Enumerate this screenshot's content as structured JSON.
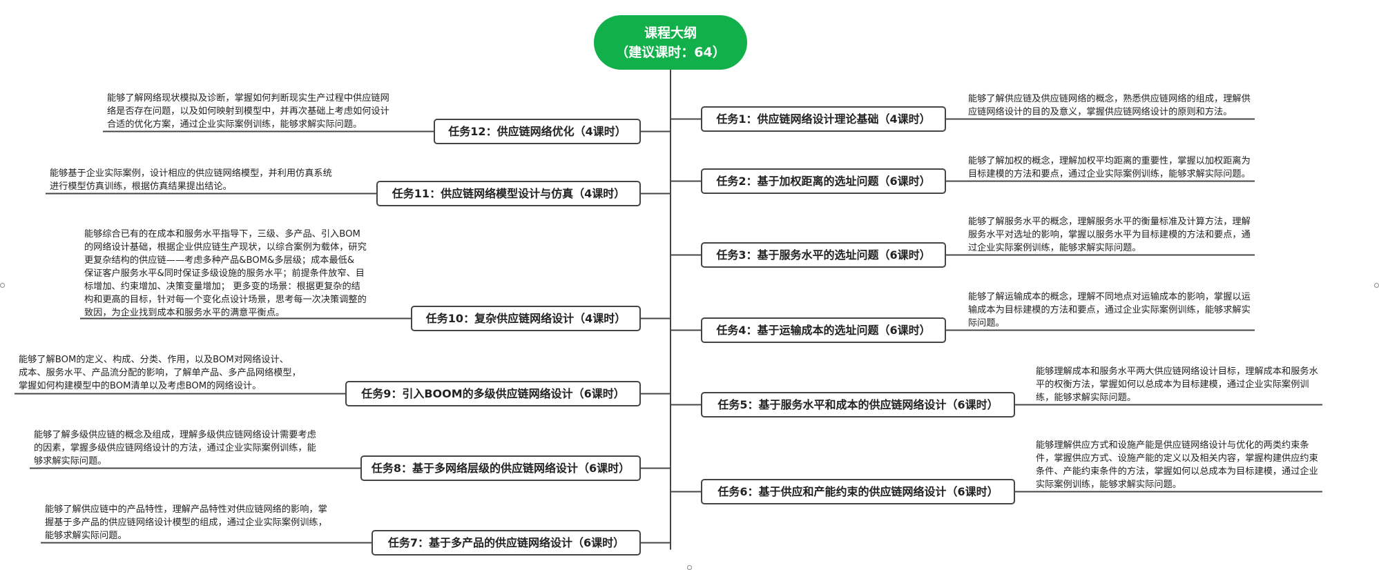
{
  "root": {
    "title": "课程大纲",
    "subtitle": "（建议课时：64）",
    "color": "#12b04b"
  },
  "right_branches": [
    {
      "task": "任务1：供应链网络设计理论基础（4课时）",
      "desc": [
        "能够了解供应链及供应链网络的概念，熟悉供应链网络的组成，理解供",
        "应链网络设计的目的及意义，掌握供应链网络设计的原则和方法。"
      ]
    },
    {
      "task": "任务2：基于加权距离的选址问题（6课时）",
      "desc": [
        "能够了解加权的概念，理解加权平均距离的重要性，掌握以加权距离为",
        "目标建模的方法和要点，通过企业实际案例训练，能够求解实际问题。"
      ]
    },
    {
      "task": "任务3：基于服务水平的选址问题（6课时）",
      "desc": [
        "能够了解服务水平的概念，理解服务水平的衡量标准及计算方法，理解",
        "服务水平对选址的影响，掌握以服务水平为目标建模的方法和要点，通",
        "过企业实际案例训练，能够求解实际问题。"
      ]
    },
    {
      "task": "任务4：基于运输成本的选址问题（6课时）",
      "desc": [
        "能够了解运输成本的概念，理解不同地点对运输成本的影响，掌握以运",
        "输成本为目标建模的方法和要点，通过企业实际案例训练，能够求解实",
        "际问题。"
      ]
    },
    {
      "task": "任务5：基于服务水平和成本的供应链网络设计（6课时）",
      "desc": [
        "能够理解成本和服务水平两大供应链网络设计目标，理解成本和服务水",
        "平的权衡方法，掌握如何以总成本为目标建模，通过企业实际案例训",
        "练，能够求解实际问题。"
      ]
    },
    {
      "task": "任务6：基于供应和产能约束的供应链网络设计（6课时）",
      "desc": [
        "能够理解供应方式和设施产能是供应链网络设计与优化的两类约束条",
        "件，掌握供应方式、设施产能的定义以及相关内容，掌握构建供应约束",
        "条件、产能约束条件的方法，掌握如何以总成本为目标建模，通过企业",
        "实际案例训练，能够求解实际问题。"
      ]
    }
  ],
  "left_branches": [
    {
      "task": "任务12：供应链网络优化（4课时）",
      "desc": [
        "能够了解网络现状模拟及诊断，掌握如何判断现实生产过程中供应链网",
        "络是否存在问题，以及如何映射到模型中，并再次基础上考虑如何设计",
        "合适的优化方案，通过企业实际案例训练，能够求解实际问题。"
      ]
    },
    {
      "task": "任务11：供应链网络模型设计与仿真（4课时）",
      "desc": [
        "能够基于企业实际案例，设计相应的供应链网络模型，并利用仿真系统",
        "进行模型仿真训练，根据仿真结果提出结论。"
      ]
    },
    {
      "task": "任务10：复杂供应链网络设计（4课时）",
      "desc": [
        "能够综合已有的在成本和服务水平指导下，三级、多产品、引入BOM",
        "的网络设计基础，根据企业供应链生产现状，以综合案例为载体，研究",
        "更复杂结构的供应链——考虑多种产品&BOM&多层级；成本最低&",
        "保证客户服务水平&同时保证多级设施的服务水平；前提条件放窄、目",
        "标增加、约束增加、决策变量增加；  更多变的场景：根据更复杂的结",
        "构和更高的目标，针对每一个变化点设计场景，思考每一次决策调整的",
        "致因，为企业找到成本和服务水平的满意平衡点。"
      ]
    },
    {
      "task": "任务9：引入BOOM的多级供应链网络设计（6课时）",
      "desc": [
        "能够了解BOM的定义、构成、分类、作用，以及BOM对网络设计、",
        "成本、服务水平、产品流分配的影响，了解单产品、多产品网络模型，",
        "掌握如何构建模型中的BOM清单以及考虑BOM的网络设计。"
      ]
    },
    {
      "task": "任务8：基于多网络层级的供应链网络设计（6课时）",
      "desc": [
        "能够了解多级供应链的概念及组成，理解多级供应链网络设计需要考虑",
        "的因素，掌握多级供应链网络设计的方法，通过企业实际案例训练，能",
        "够求解实际问题。"
      ]
    },
    {
      "task": "任务7：基于多产品的供应链网络设计（6课时）",
      "desc": [
        "能够了解供应链中的产品特性，理解产品特性对供应链网络的影响，掌",
        "握基于多产品的供应链网络设计模型的组成，通过企业实际案例训练，",
        "能够求解实际问题。"
      ]
    }
  ]
}
